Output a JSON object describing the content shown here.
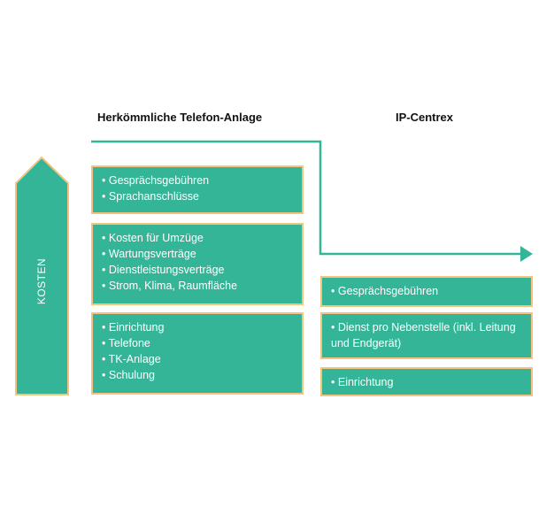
{
  "headings": {
    "left": "Herkömmliche Telefon-Anlage",
    "right": "IP-Centrex"
  },
  "cost_arrow_label": "KOSTEN",
  "colors": {
    "box_fill": "#34b597",
    "box_border": "#f2c47e",
    "arrow": "#34b597"
  },
  "left_boxes": [
    {
      "items": [
        "Gesprächsgebühren",
        "Sprachanschlüsse"
      ]
    },
    {
      "items": [
        "Kosten für Umzüge",
        "Wartungsverträge",
        "Dienstleistungsverträge",
        "Strom, Klima, Raumfläche"
      ]
    },
    {
      "items": [
        "Einrichtung",
        "Telefone",
        "TK-Anlage",
        "Schulung"
      ]
    }
  ],
  "right_boxes": [
    {
      "items": [
        "Gesprächsgebühren"
      ]
    },
    {
      "items": [
        "Dienst pro Nebenstelle (inkl. Leitung und Endgerät)"
      ]
    },
    {
      "items": [
        "Einrichtung"
      ]
    }
  ]
}
